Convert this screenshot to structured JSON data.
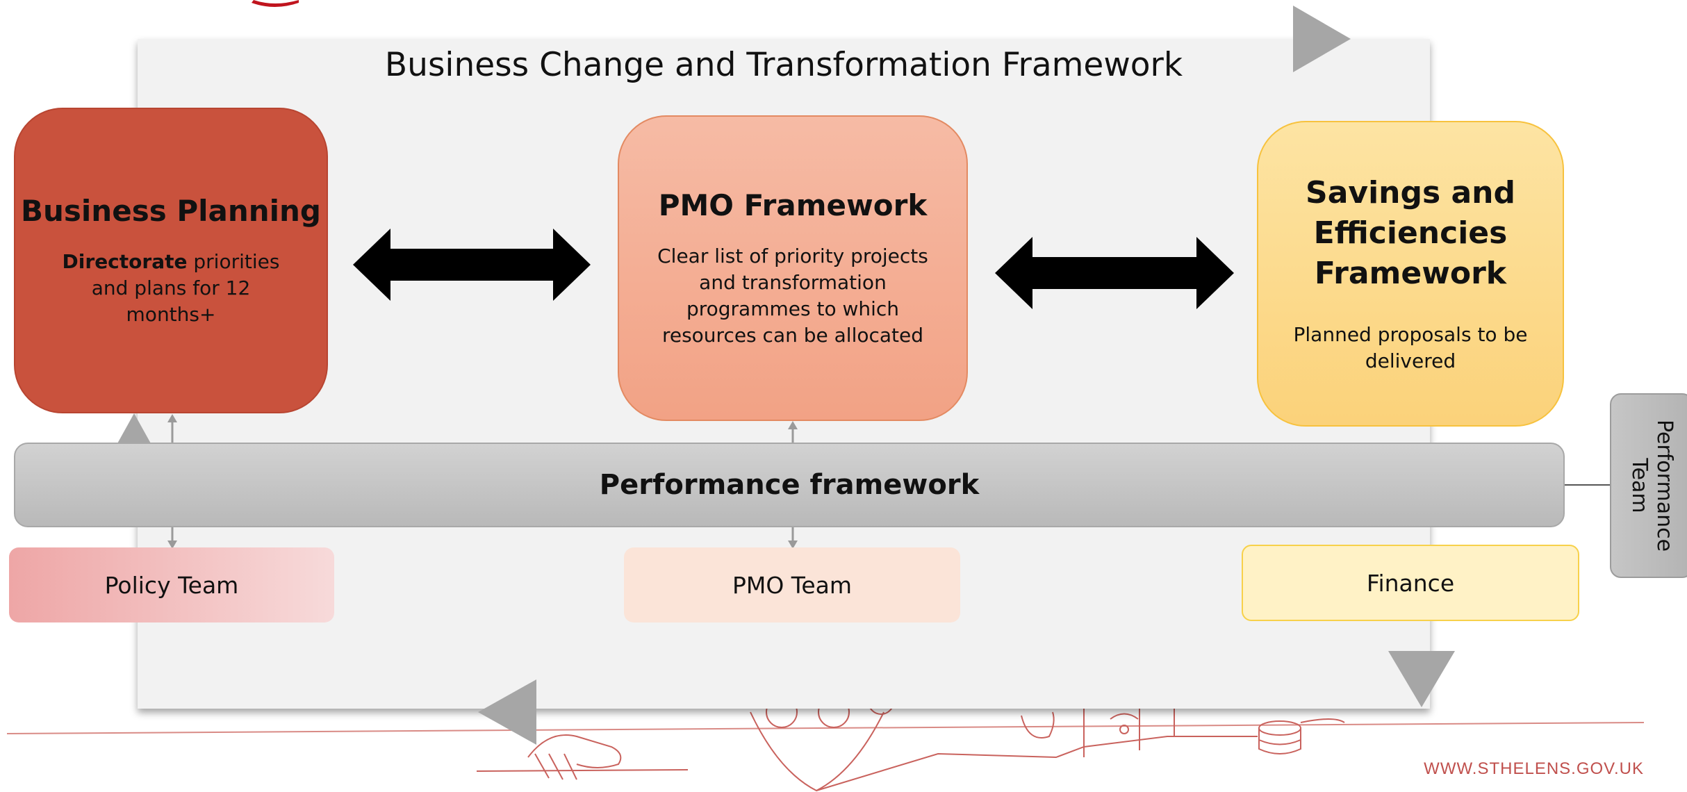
{
  "diagram": {
    "title": "Business Change and Transformation Framework",
    "boxes": {
      "business_planning": {
        "heading": "Business Planning",
        "body_bold": "Directorate",
        "body_rest": " priorities and plans for 12 months+"
      },
      "pmo_framework": {
        "heading": "PMO Framework",
        "body": "Clear list of priority projects and transformation programmes to which resources can be allocated"
      },
      "savings_framework": {
        "heading_line1": "Savings and",
        "heading_line2": "Efficiencies",
        "heading_line3": "Framework",
        "body": "Planned proposals to be delivered"
      }
    },
    "performance_framework": "Performance framework",
    "teams": {
      "policy": "Policy Team",
      "pmo": "PMO Team",
      "finance": "Finance",
      "performance_line1": "Performance",
      "performance_line2": "Team"
    }
  },
  "footer": {
    "url": "WWW.STHELENS.GOV.UK"
  },
  "colors": {
    "business_planning": "#c9523d",
    "pmo_framework": "#f4ad92",
    "savings_framework": "#fcd98a",
    "performance_bar": "#c4c4c4",
    "brand_red": "#c0392b",
    "footer_text": "#c0504d"
  }
}
